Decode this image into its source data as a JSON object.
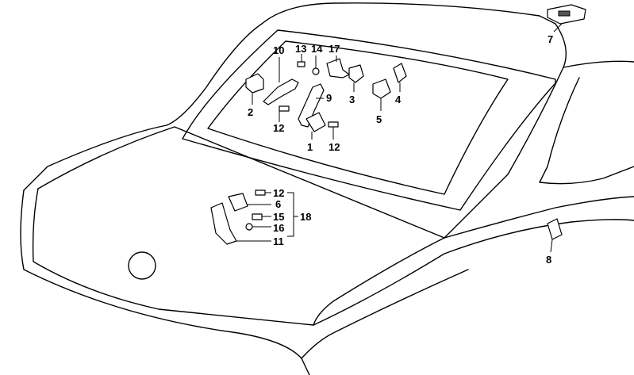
{
  "callouts": {
    "c1": "1",
    "c2": "2",
    "c3": "3",
    "c4": "4",
    "c5": "5",
    "c6": "6",
    "c7": "7",
    "c8": "8",
    "c9": "9",
    "c10": "10",
    "c11": "11",
    "c12a": "12",
    "c12b": "12",
    "c12c": "12",
    "c13": "13",
    "c14": "14",
    "c15": "15",
    "c16": "16",
    "c17": "17",
    "c18": "18"
  },
  "colors": {
    "line": "#000000",
    "background": "#ffffff"
  }
}
